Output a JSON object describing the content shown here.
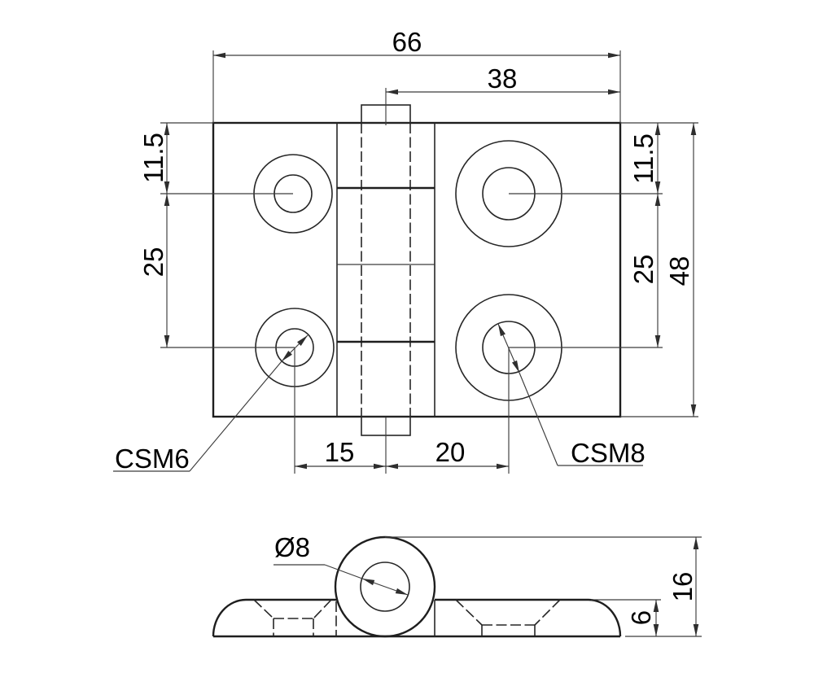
{
  "drawing": {
    "type": "engineering-drawing",
    "part": "hinge"
  },
  "colors": {
    "background": "#ffffff",
    "outline": "#1e1e1e",
    "dimension": "#3c3c3c",
    "text": "#000000"
  },
  "top_view": {
    "dim_total_width": "66",
    "dim_pin_to_right_edge": "38",
    "dim_left_top_offset": "11.5",
    "dim_left_hole_spacing": "25",
    "dim_right_top_offset": "11.5",
    "dim_right_hole_spacing": "25",
    "dim_total_height": "48",
    "dim_left_hole_to_pin": "15",
    "dim_pin_to_right_hole": "20",
    "label_left_holes": "CSM6",
    "label_right_holes": "CSM8"
  },
  "side_view": {
    "dim_pin_diameter": "Ø8",
    "dim_knuckle_height": "16",
    "dim_leaf_thickness": "6"
  }
}
